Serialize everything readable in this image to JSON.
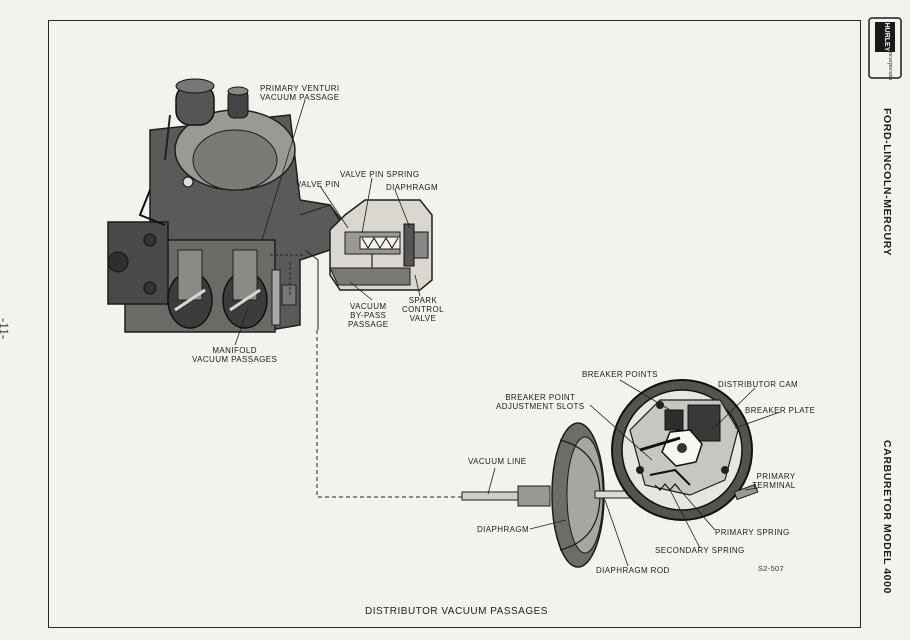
{
  "page_number": "-11-",
  "side_titles": {
    "top": "FORD-LINCOLN-MERCURY",
    "bottom": "CARBURETOR MODEL 4000"
  },
  "logo_text": "Hurley Incorporated",
  "labels": {
    "primary_venturi": "PRIMARY VENTURI\nVACUUM PASSAGE",
    "valve_pin_spring": "VALVE PIN SPRING",
    "valve_pin": "VALVE PIN",
    "diaphragm_top": "DIAPHRAGM",
    "vacuum_bypass": "VACUUM\nBY-PASS\nPASSAGE",
    "spark_control": "SPARK\nCONTROL\nVALVE",
    "manifold": "MANIFOLD\nVACUUM PASSAGES",
    "breaker_points": "BREAKER POINTS",
    "distributor_cam": "DISTRIBUTOR CAM",
    "breaker_point_slots": "BREAKER POINT\nADJUSTMENT SLOTS",
    "breaker_plate": "BREAKER PLATE",
    "vacuum_line": "VACUUM LINE",
    "primary_terminal": "PRIMARY\nTERMINAL",
    "diaphragm_bottom": "DIAPHRAGM",
    "primary_spring": "PRIMARY SPRING",
    "secondary_spring": "SECONDARY SPRING",
    "diaphragm_rod": "DIAPHRAGM ROD"
  },
  "figure_number": "S2-507",
  "caption": "DISTRIBUTOR VACUUM PASSAGES"
}
